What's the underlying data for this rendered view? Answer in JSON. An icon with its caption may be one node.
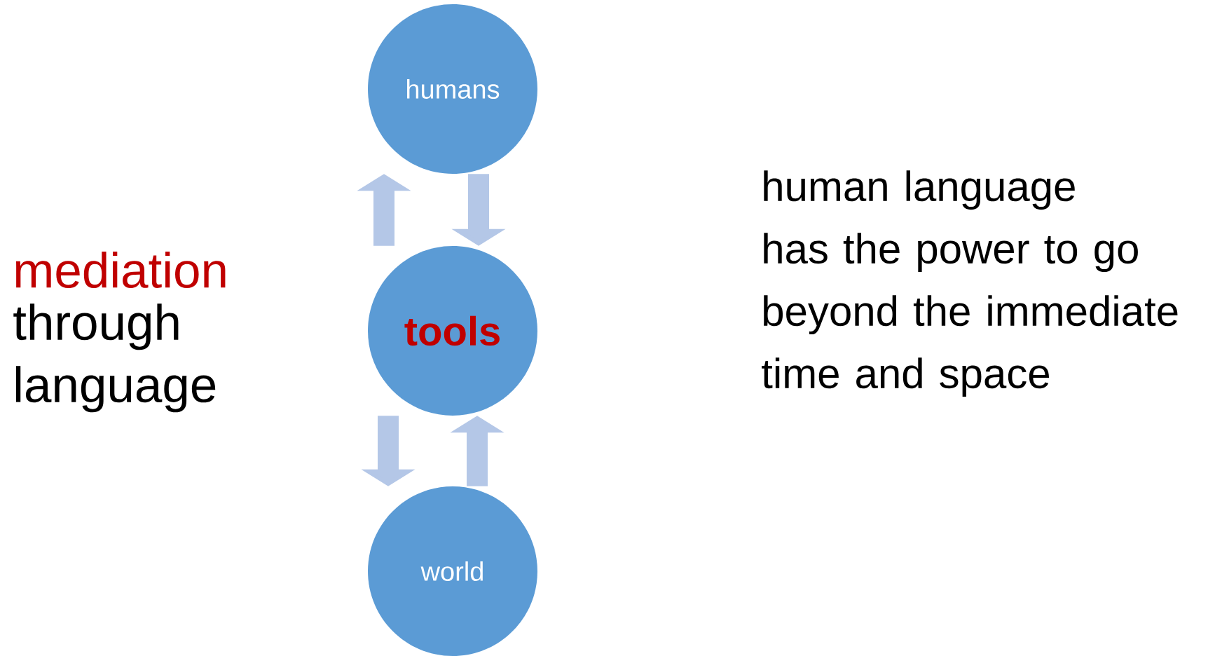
{
  "diagram": {
    "nodes": [
      {
        "text": [
          "humans"
        ]
      },
      {
        "text": [
          "tools"
        ]
      },
      {
        "text": [
          "world"
        ]
      }
    ],
    "edges": [
      {
        "from": 1,
        "to": 0,
        "arrow": "to"
      },
      {
        "from": 0,
        "to": 1,
        "arrow": "to"
      },
      {
        "from": 1,
        "to": 2,
        "arrow": "to"
      },
      {
        "from": 2,
        "to": 1,
        "arrow": "to"
      }
    ],
    "labels": [
      "mediation",
      "through language",
      "human language has the power to go beyond the immediate time and space"
    ]
  }
}
